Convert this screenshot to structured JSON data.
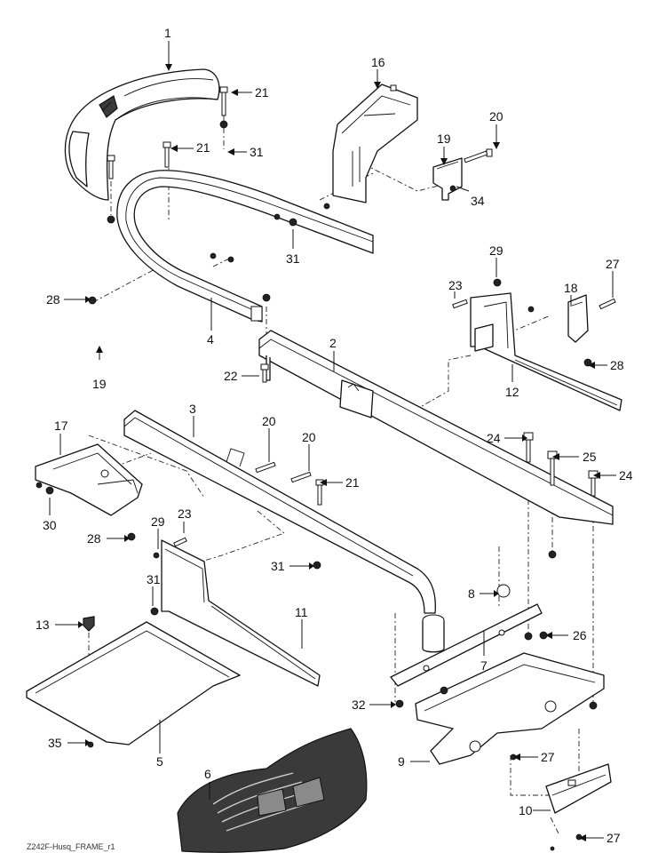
{
  "drawing_reference": "Z242F-Husq_FRAME_r1",
  "callouts": {
    "c1": "1",
    "c16": "16",
    "c21a": "21",
    "c21b": "21",
    "c31a": "31",
    "c20a": "20",
    "c19a": "19",
    "c34": "34",
    "c31b": "31",
    "c28a": "28",
    "c4": "4",
    "c19b": "19",
    "c29a": "29",
    "c27a": "27",
    "c23a": "23",
    "c18": "18",
    "c2": "2",
    "c22": "22",
    "c28b": "28",
    "c12": "12",
    "c3": "3",
    "c20b": "20",
    "c20c": "20",
    "c17": "17",
    "c24a": "24",
    "c25": "25",
    "c24b": "24",
    "c21c": "21",
    "c30": "30",
    "c29b": "29",
    "c23b": "23",
    "c28c": "28",
    "c31c": "31",
    "c31d": "31",
    "c8": "8",
    "c13": "13",
    "c11": "11",
    "c26": "26",
    "c7": "7",
    "c32": "32",
    "c35": "35",
    "c5": "5",
    "c9": "9",
    "c27b": "27",
    "c6": "6",
    "c10": "10",
    "c27c": "27"
  }
}
